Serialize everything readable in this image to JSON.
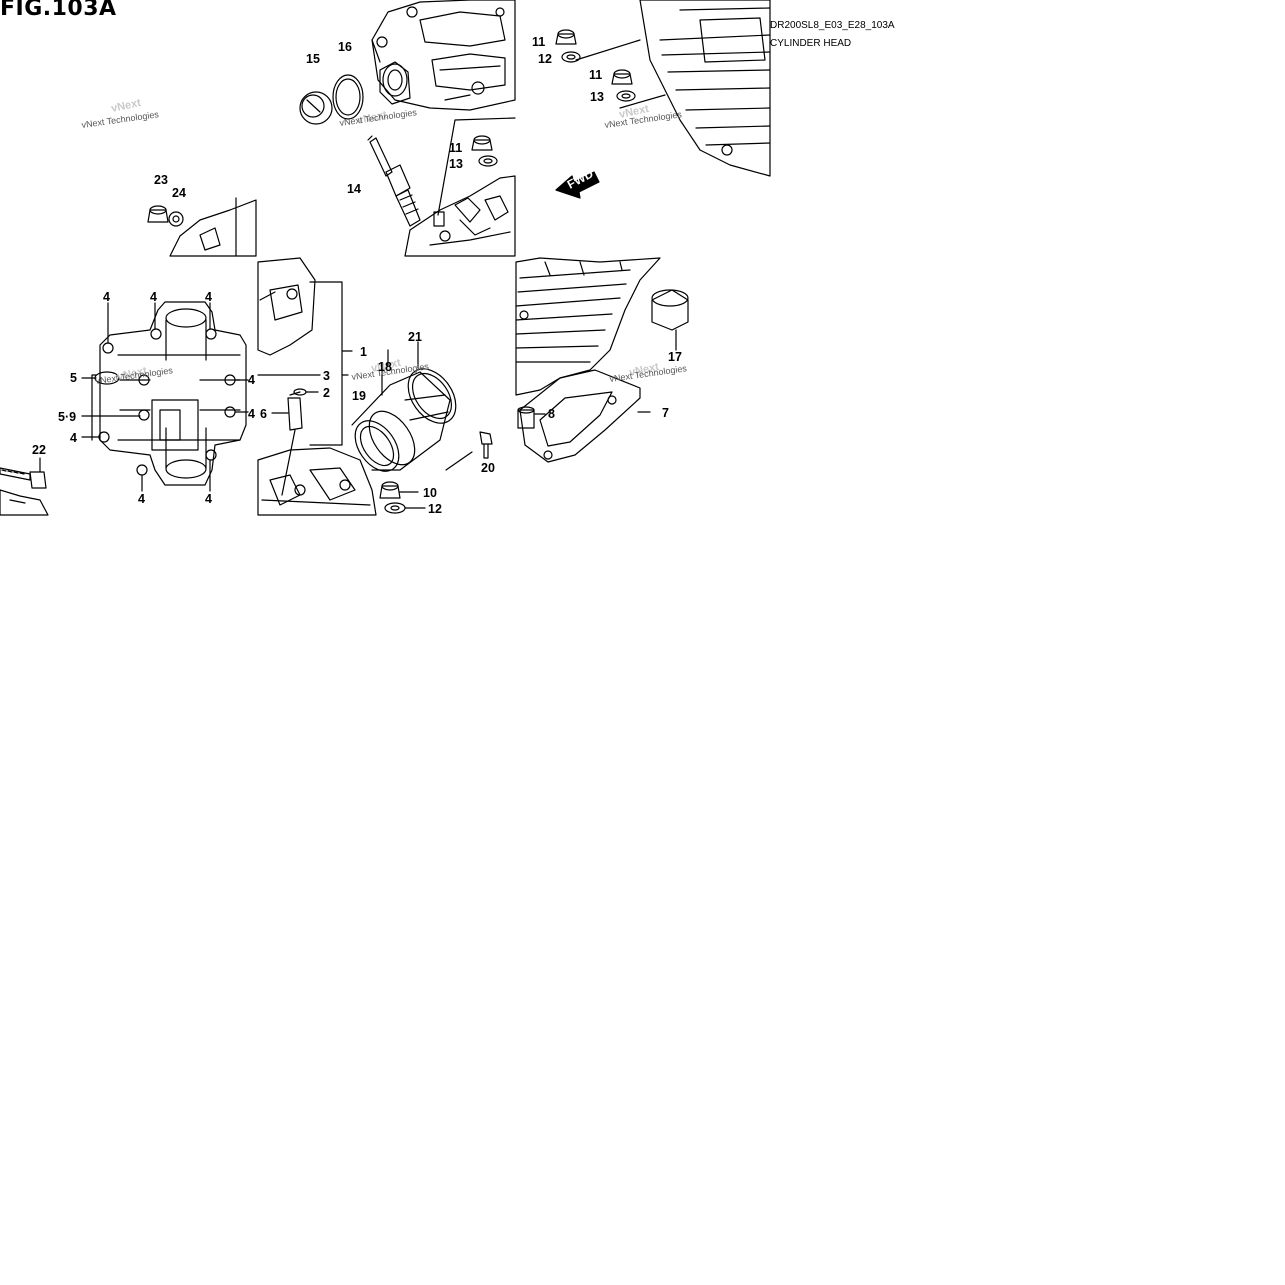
{
  "figure": {
    "title": "FIG.103A",
    "model_code": "DR200SL8_E03_E28_103A",
    "section_name": "CYLINDER HEAD"
  },
  "direction_marker": "FWD",
  "watermark": {
    "text": "vNext Technologies",
    "ghost_text": "vNext"
  },
  "callouts": {
    "c1": "1",
    "c2": "2",
    "c3": "3",
    "c4": "4",
    "c5": "5",
    "c59": "5·9",
    "c6": "6",
    "c7": "7",
    "c8": "8",
    "c10": "10",
    "c11": "11",
    "c12": "12",
    "c13": "13",
    "c14": "14",
    "c15": "15",
    "c16": "16",
    "c17": "17",
    "c18": "18",
    "c19": "19",
    "c20": "20",
    "c21": "21",
    "c22": "22",
    "c23": "23",
    "c24": "24"
  },
  "colors": {
    "line": "#000000",
    "paper": "#ffffff",
    "watermark": "#555555"
  }
}
